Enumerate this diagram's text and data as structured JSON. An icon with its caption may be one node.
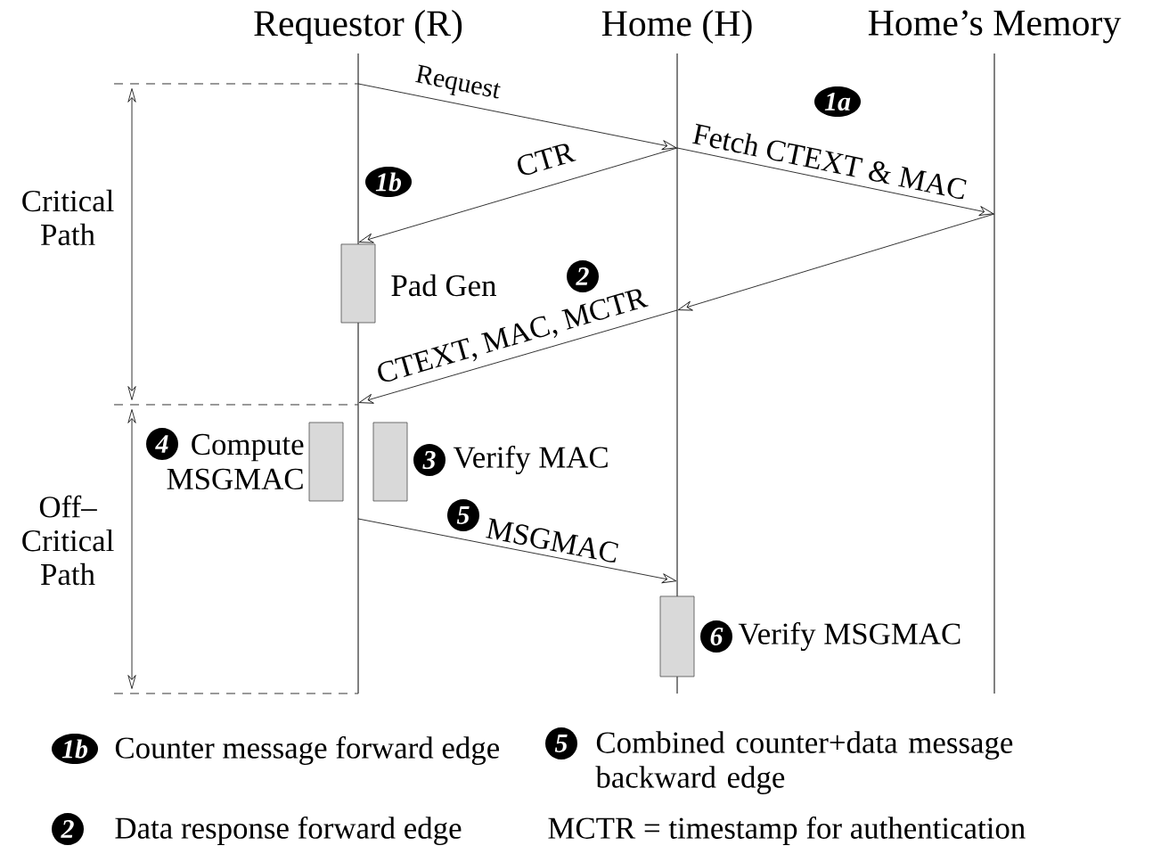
{
  "diagram": {
    "nodes": [
      {
        "text": [
          "Requestor (R)"
        ]
      },
      {
        "text": [
          "Home (H)"
        ]
      },
      {
        "text": [
          "Home’s Memory"
        ]
      },
      {
        "text": [],
        "shape": "bar",
        "beside": [
          "Pad Gen"
        ]
      },
      {
        "text": [],
        "shape": "bar",
        "beside": [
          "Compute MSGMAC"
        ]
      },
      {
        "text": [],
        "shape": "bar",
        "beside": [
          "Verify MAC"
        ]
      },
      {
        "text": [],
        "shape": "bar",
        "beside": [
          "Verify MSGMAC"
        ]
      }
    ],
    "edges": [
      {
        "from": 0,
        "to": 1,
        "arrow": "to",
        "label": "Request"
      },
      {
        "from": 1,
        "to": 2,
        "arrow": "to",
        "label": "Fetch CTEXT & MAC"
      },
      {
        "from": 1,
        "to": 0,
        "arrow": "to",
        "label": "CTR"
      },
      {
        "from": 2,
        "to": 1,
        "arrow": "to"
      },
      {
        "from": 1,
        "to": 0,
        "arrow": "to",
        "label": "CTEXT, MAC, MCTR"
      },
      {
        "from": 0,
        "to": 1,
        "arrow": "to",
        "label": "MSGMAC"
      }
    ],
    "labels": [
      "Critical Path",
      "1a",
      "1b",
      "2",
      "4",
      "3",
      "Off– Critical Path",
      "5",
      "6",
      "1b",
      "Counter message forward edge",
      "5",
      "Combined counter+data message backward edge",
      "2",
      "Data response forward edge",
      "MCTR = timestamp for authentication"
    ]
  }
}
